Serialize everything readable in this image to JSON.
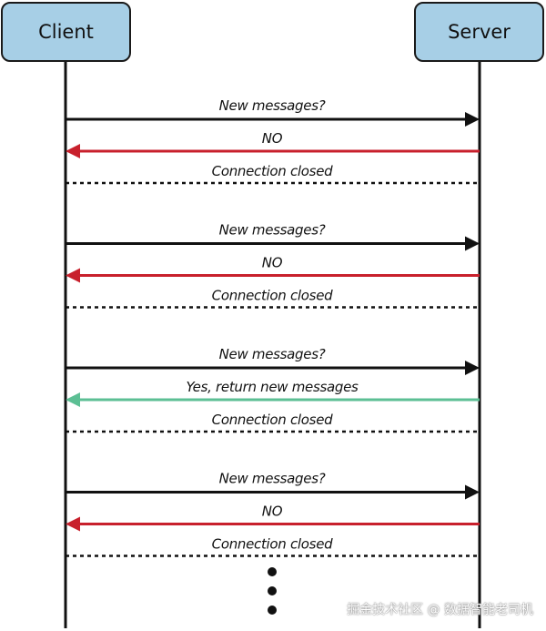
{
  "participants": {
    "client": "Client",
    "server": "Server"
  },
  "colors": {
    "request": "#111111",
    "no_response": "#c8202c",
    "yes_response": "#5cbf94",
    "lifeline": "#111111",
    "participant_fill": "#a7cfe6"
  },
  "rounds": [
    {
      "request": "New messages?",
      "response": "NO",
      "response_kind": "no",
      "closed": "Connection closed"
    },
    {
      "request": "New messages?",
      "response": "NO",
      "response_kind": "no",
      "closed": "Connection closed"
    },
    {
      "request": "New messages?",
      "response": "Yes, return new messages",
      "response_kind": "yes",
      "closed": "Connection closed"
    },
    {
      "request": "New messages?",
      "response": "NO",
      "response_kind": "no",
      "closed": "Connection closed"
    }
  ],
  "watermark": "掘金技术社区 @ 数据智能老司机"
}
